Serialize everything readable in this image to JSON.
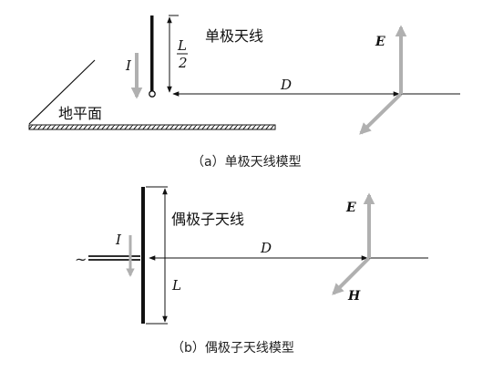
{
  "monopole": {
    "antenna_label": "单极天线",
    "current_label": "I",
    "height_numerator": "L",
    "height_denominator": "2",
    "distance_label": "D",
    "e_field_label": "E",
    "ground_label": "地平面",
    "caption": "（a）单极天线模型"
  },
  "dipole": {
    "antenna_label": "偶极子天线",
    "current_label": "I",
    "length_label": "L",
    "distance_label": "D",
    "e_field_label": "E",
    "h_field_label": "H",
    "source_symbol": "~",
    "caption": "（b）偶极子天线模型"
  },
  "colors": {
    "line": "#111111",
    "arrow_gray": "#b0b0b0"
  }
}
